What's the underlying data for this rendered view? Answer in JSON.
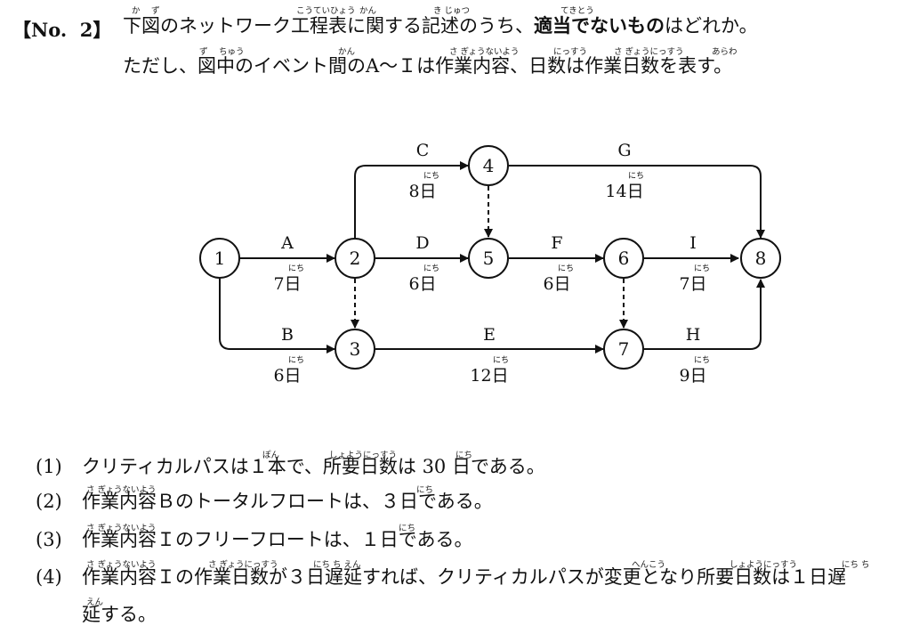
{
  "question": {
    "number": "【No.  2】",
    "line1_a": "下図のネットワーク工程表に関する記述のうち、",
    "line1_bold": "適当でないもの",
    "line1_b": "はどれか。",
    "line2": "ただし、図中のイベント間のA～Ｉは作業内容、日数は作業日数を表す。",
    "ruby": {
      "ka": "か",
      "zu": "ず",
      "kouteihyou": "こうていひょう",
      "kan": "かん",
      "kijutsu": "き じゅつ",
      "tekitou": "てきとう",
      "zu2": "ず",
      "chuu": "ちゅう",
      "kan2": "かん",
      "sagyounaiyou": "さ ぎょうないよう",
      "nissuu": "にっすう",
      "sagyounissuu": "さ ぎょうにっすう",
      "arawa": "あらわ"
    }
  },
  "network": {
    "nodes": [
      "1",
      "2",
      "3",
      "4",
      "5",
      "6",
      "7",
      "8"
    ],
    "activities": [
      {
        "name": "A",
        "days": "7日"
      },
      {
        "name": "B",
        "days": "6日"
      },
      {
        "name": "C",
        "days": "8日"
      },
      {
        "name": "D",
        "days": "6日"
      },
      {
        "name": "E",
        "days": "12日"
      },
      {
        "name": "F",
        "days": "6日"
      },
      {
        "name": "G",
        "days": "14日"
      },
      {
        "name": "H",
        "days": "9日"
      },
      {
        "name": "I",
        "days": "7日"
      }
    ],
    "day_ruby": "にち"
  },
  "choices": [
    {
      "num": "(1)",
      "text": "クリティカルパスは１本で、所要日数は 30 日である。"
    },
    {
      "num": "(2)",
      "text": "作業内容Ｂのトータルフロートは、３日である。"
    },
    {
      "num": "(3)",
      "text": "作業内容Ｉのフリーフロートは、１日である。"
    },
    {
      "num": "(4)",
      "text": "作業内容Ｉの作業日数が３日遅延すれば、クリティカルパスが変更となり所要日数は１日遅"
    },
    {
      "num": "",
      "text": "延する。"
    }
  ],
  "choice_ruby": {
    "hon": "ぽん",
    "shoyounissuu": "しょようにっすう",
    "nichi": "にち",
    "sagyounaiyou": "さ ぎょうないよう",
    "sagyounissuu": "さ ぎょうにっすう",
    "nichichien": "にち ち えん",
    "henkou": "へんこう",
    "nichichi": "にち ち",
    "en": "えん"
  }
}
